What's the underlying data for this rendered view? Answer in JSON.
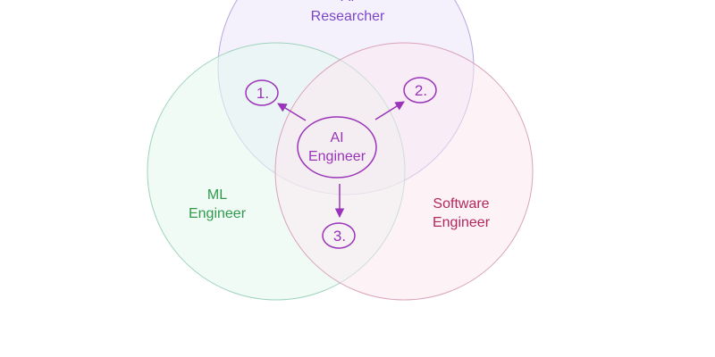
{
  "diagram": {
    "sets": [
      {
        "id": "ai-researcher",
        "line1": "AI",
        "line2": "Researcher",
        "color": "#7b46c8",
        "fill": "#f3eefb",
        "stroke": "#b7a6dc"
      },
      {
        "id": "ml-engineer",
        "line1": "ML",
        "line2": "Engineer",
        "color": "#2f9a4c",
        "fill": "#eefaf5",
        "stroke": "#9fd2bd"
      },
      {
        "id": "software-engineer",
        "line1": "Software",
        "line2": "Engineer",
        "color": "#b3275c",
        "fill": "#fcf0f5",
        "stroke": "#d9a3bb"
      }
    ],
    "center": {
      "line1": "AI",
      "line2": "Engineer",
      "color": "#9a34b8"
    },
    "steps": [
      "1.",
      "2.",
      "3."
    ],
    "accent": "#9a34b8"
  }
}
